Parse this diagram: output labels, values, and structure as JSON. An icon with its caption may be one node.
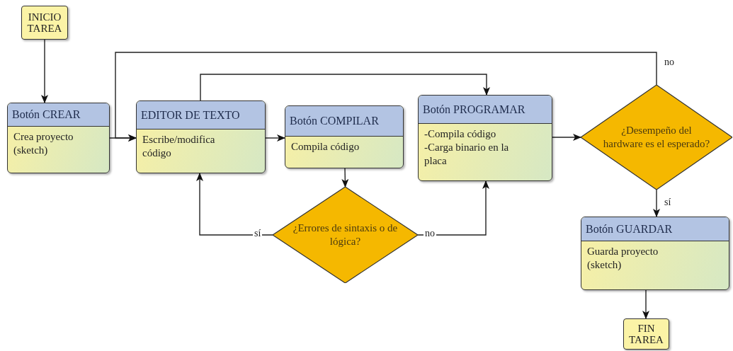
{
  "diagram": {
    "nodes": [
      {
        "text": [
          "INICIO TAREA"
        ]
      },
      {
        "text": [
          "Botón CREAR",
          "Crea proyecto (sketch)"
        ]
      },
      {
        "text": [
          "EDITOR DE TEXTO",
          "Escribe/modifica código"
        ]
      },
      {
        "text": [
          "Botón COMPILAR",
          "Compila código"
        ]
      },
      {
        "text": [
          "Botón PROGRAMAR",
          "-Compila código",
          "-Carga binario en la placa"
        ]
      },
      {
        "text": [
          "¿Errores de sintaxis o de lógica?"
        ]
      },
      {
        "text": [
          "¿Desempeño del hardware es el esperado?"
        ]
      },
      {
        "text": [
          "Botón GUARDAR",
          "Guarda proyecto (sketch)"
        ]
      },
      {
        "text": [
          "FIN TAREA"
        ]
      }
    ],
    "edges": [
      {
        "from": 0,
        "to": 1,
        "arrow": "to"
      },
      {
        "from": 1,
        "to": 2,
        "arrow": "to"
      },
      {
        "from": 2,
        "to": 3,
        "arrow": "to"
      },
      {
        "from": 2,
        "to": 4,
        "arrow": "to"
      },
      {
        "from": 3,
        "to": 5,
        "arrow": "to"
      },
      {
        "from": 5,
        "to": 2,
        "arrow": "to",
        "label": "sí"
      },
      {
        "from": 5,
        "to": 4,
        "arrow": "to",
        "label": "no"
      },
      {
        "from": 4,
        "to": 6,
        "arrow": "to"
      },
      {
        "from": 6,
        "to": 2,
        "arrow": "to",
        "label": "no"
      },
      {
        "from": 6,
        "to": 7,
        "arrow": "to",
        "label": "sí"
      },
      {
        "from": 7,
        "to": 8,
        "arrow": "to"
      }
    ]
  }
}
